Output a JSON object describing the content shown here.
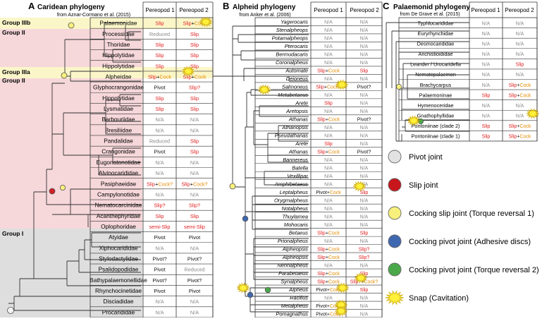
{
  "panelA": {
    "letter": "A",
    "title": "Caridean phylogeny",
    "source": "from Aznar-Cormano et al. (2015)",
    "col1": "Pereopod 1",
    "col2": "Pereopod 2",
    "group_labels": [
      "Group IIIb",
      "Group II",
      "Group IIIa",
      "Group II",
      "Group I"
    ],
    "rows": [
      {
        "name": "Palaemonidae",
        "c1": "Slip",
        "c2": "Slip+Cock"
      },
      {
        "name": "Processidae",
        "c1": "Reduced",
        "c2": "Slip"
      },
      {
        "name": "Thoridae",
        "c1": "Slip",
        "c2": "Slip"
      },
      {
        "name": "Hippolytidae",
        "c1": "Slip",
        "c2": "Slip"
      },
      {
        "name": "Hippolytidae",
        "c1": "Slip",
        "c2": "Slip"
      },
      {
        "name": "Alpheidae",
        "c1": "Slip+Cock",
        "c2": "Slip+Cock"
      },
      {
        "name": "Glyphocrangonidae",
        "c1": "Pivot",
        "c2": "Slip?"
      },
      {
        "name": "Hippolytidae",
        "c1": "Slip",
        "c2": "Slip"
      },
      {
        "name": "Lysmatidae",
        "c1": "Slip",
        "c2": "Slip"
      },
      {
        "name": "Barbouriidae",
        "c1": "N/A",
        "c2": "N/A"
      },
      {
        "name": "Bresiliidae",
        "c1": "N/A",
        "c2": "N/A"
      },
      {
        "name": "Pandalidae",
        "c1": "Reduced",
        "c2": "Slip"
      },
      {
        "name": "Crangonidae",
        "c1": "Pivot",
        "c2": "Slip"
      },
      {
        "name": "Eugonatonotidae",
        "c1": "N/A",
        "c2": "N/A"
      },
      {
        "name": "Alvinocarididae",
        "c1": "N/A",
        "c2": "N/A"
      },
      {
        "name": "Pasiphaeidae",
        "c1": "Slip+Cock?",
        "c2": "Slip+Cock?"
      },
      {
        "name": "Campylonotidae",
        "c1": "N/A",
        "c2": "N/A"
      },
      {
        "name": "Nematocarcinidae",
        "c1": "Slip?",
        "c2": "Slip?"
      },
      {
        "name": "Acanthephyridae",
        "c1": "Slip",
        "c2": "Slip"
      },
      {
        "name": "Oplophoridae",
        "c1": "semi-Slip",
        "c2": "semi-Slip"
      },
      {
        "name": "Atyidae",
        "c1": "Pivot",
        "c2": "Pivot"
      },
      {
        "name": "Xiphocarididae",
        "c1": "N/A",
        "c2": "N/A"
      },
      {
        "name": "Stylodactylidae",
        "c1": "Pivot?",
        "c2": "Pivot?"
      },
      {
        "name": "Psalidopodidae",
        "c1": "Pivot",
        "c2": "Reduced"
      },
      {
        "name": "Bathypalaemonellidae",
        "c1": "Pivot?",
        "c2": "Pivot?"
      },
      {
        "name": "Rhynchocinetidae",
        "c1": "Pivot",
        "c2": "Pivot"
      },
      {
        "name": "Disciadidae",
        "c1": "N/A",
        "c2": "N/A"
      },
      {
        "name": "Procarididae",
        "c1": "N/A",
        "c2": "N/A"
      }
    ]
  },
  "panelB": {
    "letter": "B",
    "title": "Alpheid phylogeny",
    "source": "from Anker et al. (2006)",
    "col1": "Pereopod 1",
    "col2": "Pereopod 2",
    "rows": [
      {
        "name": "Yagerocaris",
        "c1": "N/A",
        "c2": "N/A"
      },
      {
        "name": "Stenalpheops",
        "c1": "N/A",
        "c2": "N/A"
      },
      {
        "name": "Potamalpheops",
        "c1": "N/A",
        "c2": "N/A"
      },
      {
        "name": "Pterocaris",
        "c1": "N/A",
        "c2": "N/A"
      },
      {
        "name": "Bermudacaris",
        "c1": "N/A",
        "c2": "N/A"
      },
      {
        "name": "Coronalpheus",
        "c1": "N/A",
        "c2": "N/A"
      },
      {
        "name": "Automate",
        "c1": "Slip+Cock",
        "c2": "Slip"
      },
      {
        "name": "Deioneus",
        "c1": "N/A",
        "c2": "N/A"
      },
      {
        "name": "Salmoneus",
        "c1": "Slip+Cock?",
        "c2": "Pivot?"
      },
      {
        "name": "Metabetaeus",
        "c1": "N/A",
        "c2": "N/A"
      },
      {
        "name": "Arete",
        "c1": "Slip",
        "c2": "N/A"
      },
      {
        "name": "Aretopsis",
        "c1": "N/A",
        "c2": "N/A"
      },
      {
        "name": "Athanas",
        "c1": "Slip+Cock",
        "c2": "Pivot?"
      },
      {
        "name": "Athanopsis",
        "c1": "N/A",
        "c2": "N/A"
      },
      {
        "name": "Pseudathanas",
        "c1": "N/A",
        "c2": "N/A"
      },
      {
        "name": "Arete",
        "c1": "Slip",
        "c2": "N/A"
      },
      {
        "name": "Athanas",
        "c1": "Slip+Cock",
        "c2": "Pivot?"
      },
      {
        "name": "Bannereus",
        "c1": "N/A",
        "c2": "N/A"
      },
      {
        "name": "Batella",
        "c1": "N/A",
        "c2": "N/A"
      },
      {
        "name": "Vexillipar",
        "c1": "N/A",
        "c2": "N/A"
      },
      {
        "name": "Amphibetaeus",
        "c1": "N/A",
        "c2": "N/A"
      },
      {
        "name": "Leptalpheus",
        "c1": "Pivot+Cock",
        "c2": "Slip"
      },
      {
        "name": "Orygmalpheus",
        "c1": "N/A",
        "c2": "N/A"
      },
      {
        "name": "Notalpheus",
        "c1": "N/A",
        "c2": "N/A"
      },
      {
        "name": "Thuylamea",
        "c1": "N/A",
        "c2": "N/A"
      },
      {
        "name": "Mohocaris",
        "c1": "N/A",
        "c2": "N/A"
      },
      {
        "name": "Betaeus",
        "c1": "Slip+Cock",
        "c2": "Slip"
      },
      {
        "name": "Prionalpheus",
        "c1": "N/A",
        "c2": "N/A"
      },
      {
        "name": "Alpheopsis",
        "c1": "Slip+Cock",
        "c2": "Slip?"
      },
      {
        "name": "Alpheopsis",
        "c1": "Slip+Cock",
        "c2": "Slip?"
      },
      {
        "name": "Nennalpheus",
        "c1": "N/A",
        "c2": "N/A"
      },
      {
        "name": "Parabetaeus",
        "c1": "Slip+Cock",
        "c2": "Slip"
      },
      {
        "name": "Synalpheus",
        "c1": "Slip+Cock",
        "c2": "Slip?+Cock?"
      },
      {
        "name": "Alpheus",
        "c1": "Pivot+Cock",
        "c2": "Slip"
      },
      {
        "name": "Racilius",
        "c1": "N/A",
        "c2": "N/A"
      },
      {
        "name": "Metalpheus",
        "c1": "Pivot+Cock",
        "c2": "N/A"
      },
      {
        "name": "Pomagnathus",
        "c1": "Pivot+Cock",
        "c2": "N/A"
      }
    ]
  },
  "panelC": {
    "letter": "C",
    "title": "Palaemonid phylogeny",
    "source": "from De Grave et al. (2015)",
    "col1": "Pereopod 1",
    "col2": "Pereopod 2",
    "rows": [
      {
        "name": "Typhlocarididae",
        "c1": "N/A",
        "c2": "N/A"
      },
      {
        "name": "Euryrhynchidae",
        "c1": "N/A",
        "c2": "N/A"
      },
      {
        "name": "Desmocarididae",
        "c1": "N/A",
        "c2": "N/A"
      },
      {
        "name": "Anchistioididae",
        "c1": "N/A",
        "c2": "N/A"
      },
      {
        "name": "Leander / Urocaridella",
        "c1": "N/A",
        "c2": "Slip"
      },
      {
        "name": "Nematopalaemon",
        "c1": "N/A",
        "c2": "N/A"
      },
      {
        "name": "Brachycarpus",
        "c1": "N/A",
        "c2": "Slip+Cock"
      },
      {
        "name": "Palaemoninae",
        "c1": "Slip",
        "c2": "Slip+Cock"
      },
      {
        "name": "Hymenoceridae",
        "c1": "N/A",
        "c2": "N/A"
      },
      {
        "name": "Gnathophyllidae",
        "c1": "N/A",
        "c2": "N/A"
      },
      {
        "name": "Pontoniinae (clade 2)",
        "c1": "Slip",
        "c2": "Slip+Cock"
      },
      {
        "name": "Pontoniinae (clade 1)",
        "c1": "Slip",
        "c2": "Slip+Cock"
      }
    ]
  },
  "legend": [
    {
      "label": "Pivot joint",
      "color": "#e2e2e2"
    },
    {
      "label": "Slip joint",
      "color": "#c8161d"
    },
    {
      "label": "Cocking slip joint (Torque reversal 1)",
      "color": "#f8f07c"
    },
    {
      "label": "Cocking pivot joint (Adhesive discs)",
      "color": "#3f67b0"
    },
    {
      "label": "Cocking pivot joint (Torque reversal 2)",
      "color": "#4aa84a"
    },
    {
      "label": "Snap (Cavitation)",
      "color": "#fff03a"
    }
  ],
  "colors": {
    "slip": "#e02020",
    "cock": "#e48a00",
    "na": "#8a8a8a",
    "pivot": "#111111",
    "shade_red": "#f6d7da",
    "shade_yellow": "#fbf6c8",
    "shade_grey": "#dedede",
    "group_text": "#9a9a9a"
  }
}
